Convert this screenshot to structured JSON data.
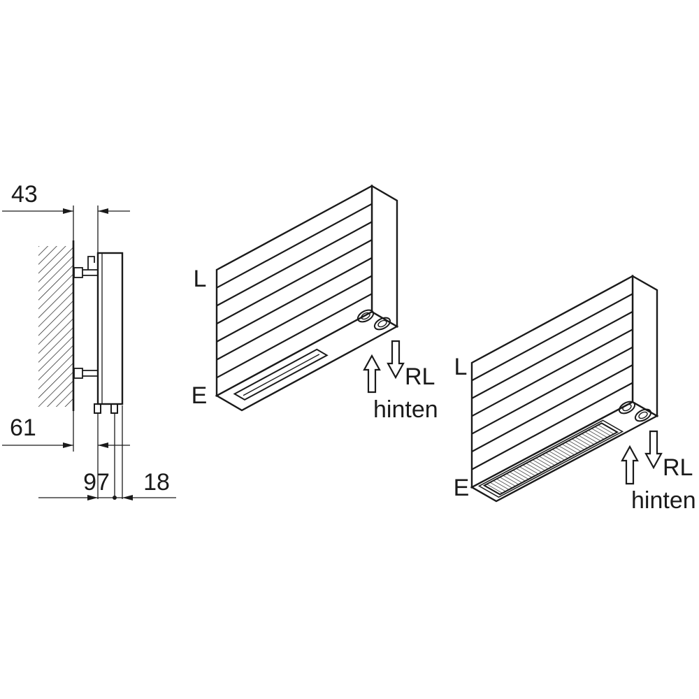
{
  "colors": {
    "line": "#1a1a1a",
    "background": "#ffffff"
  },
  "side_view": {
    "dim_wall_offset": "43",
    "dim_lower_offset": "61",
    "dim_pipe_spacing": "97",
    "dim_front_offset": "18"
  },
  "iso_slot": {
    "label_l": "L",
    "label_e": "E",
    "label_rl": "RL",
    "label_hinten": "hinten"
  },
  "iso_grille": {
    "label_l": "L",
    "label_e": "E",
    "label_rl": "RL",
    "label_hinten": "hinten"
  }
}
